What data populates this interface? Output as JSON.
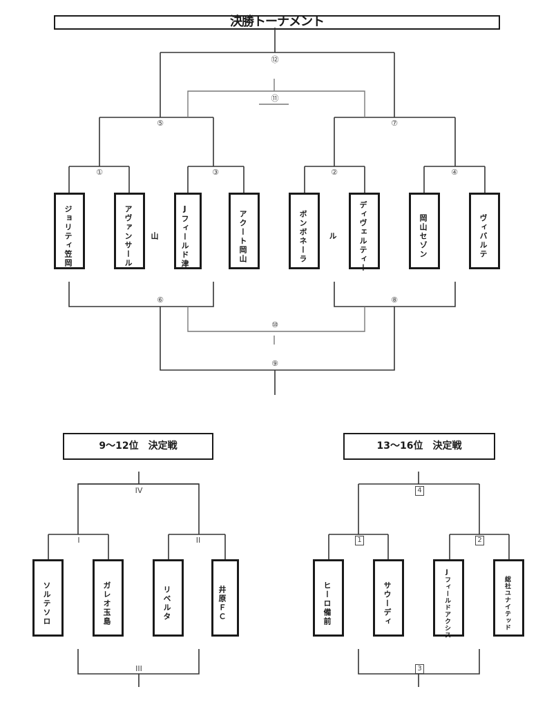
{
  "main_bracket": {
    "title": "決勝トーナメント",
    "teams": [
      "ジョリティ笠岡",
      "アヴァンサール",
      "Jフィールド津山",
      "アクート岡山",
      "ボンボネーラ",
      "ディヴェルティール",
      "岡山セゾン",
      "ヴィバルテ"
    ],
    "matches": {
      "m1": "①",
      "m2": "②",
      "m3": "③",
      "m4": "④",
      "m5": "⑤",
      "m6": "⑥",
      "m7": "⑦",
      "m8": "⑧",
      "m9": "⑨",
      "m10": "⑩",
      "m11": "⑪",
      "m12": "⑫"
    }
  },
  "bracket_9_12": {
    "title": "9～12位　決定戦",
    "teams": [
      "ソルテソロ",
      "ガレオ玉島",
      "リベルタ",
      "井原ＦＣ"
    ],
    "matches": {
      "I": "I",
      "II": "II",
      "III": "III",
      "IV": "IV"
    }
  },
  "bracket_13_16": {
    "title": "13～16位　決定戦",
    "teams": [
      "ヒーロ備前",
      "サウーディ",
      "Jフィールドアクシス",
      "総社ユナイテッド"
    ],
    "matches": {
      "m1": "1",
      "m2": "2",
      "m3": "3",
      "m4": "4"
    }
  }
}
